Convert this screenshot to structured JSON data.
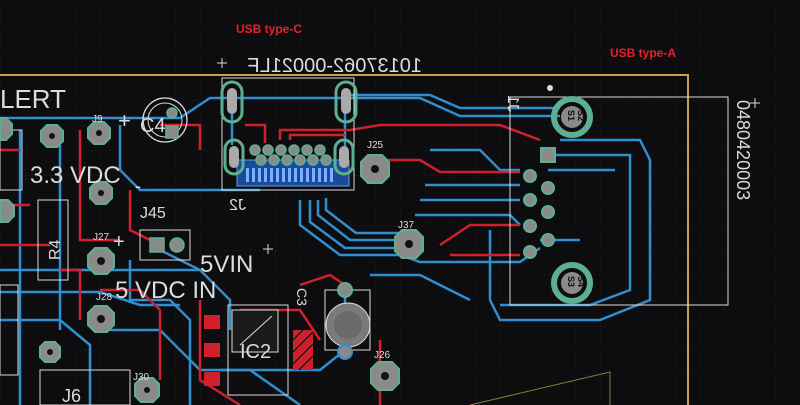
{
  "annotations": {
    "usb_c": "USB type-C",
    "usb_a": "USB type-A"
  },
  "silkscreen": {
    "alert": "LERT",
    "vdc33": "3.3 VDC",
    "vin5": "5VIN",
    "vdcin5": "5 VDC IN",
    "plus1": "+",
    "plus2": "+",
    "minus1": "-",
    "usb_c_part": "10137062-00021LF",
    "usb_a_part": "0480420003"
  },
  "designators": {
    "j9": "J9",
    "j45": "J45",
    "j27": "J27",
    "j28": "J28",
    "j25": "J25",
    "j37": "J37",
    "j26": "J26",
    "j30": "J30",
    "j2": "J2",
    "j1": "J1",
    "j6": "J6",
    "r4": "R4",
    "c3": "C3",
    "ic2": "IC2",
    "c4": "C4",
    "s1": "S1",
    "s2": "S2",
    "s3": "S3",
    "s4": "S4"
  },
  "colors": {
    "background": "#0d0d0f",
    "grid": "#1a1a1e",
    "board_outline": "#c8a24a",
    "top_copper": "#d0202c",
    "bottom_copper": "#2f8fd0",
    "pad": "#8a8a8a",
    "pad_ring": "#5cb090",
    "silk": "#e0e0e0",
    "annotation": "#e8202a"
  }
}
